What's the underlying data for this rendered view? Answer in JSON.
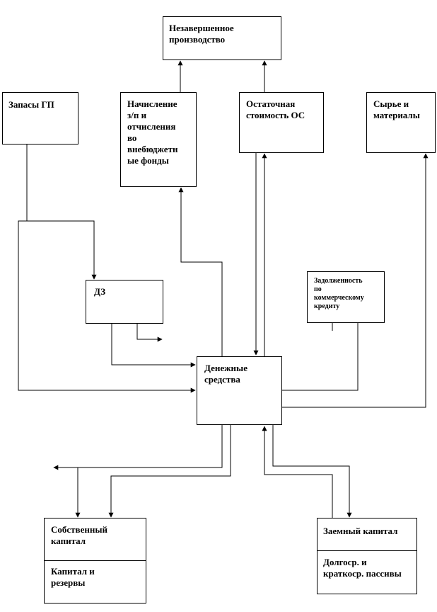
{
  "nodes": {
    "wip": "Незавершенное\nпроизводство",
    "fg_stock": "Запасы ГП",
    "payroll": "Начисление\nз/п и\nотчисления\nво\nвнебюджетн\nые фонды",
    "fixed_assets": "Остаточная\nстоимость ОС",
    "raw_materials": "Сырье и\nматериалы",
    "receivables": "ДЗ",
    "commercial_credit": "Задолженность\nпо\nкоммерческому\nкредиту",
    "cash": "Денежные\nсредства",
    "equity": "Собственный\nкапитал",
    "equity_sub": "Капитал и\nрезервы",
    "debt": "Заемный капитал",
    "debt_sub": "Долгоср. и\nкраткоср. пассивы"
  }
}
